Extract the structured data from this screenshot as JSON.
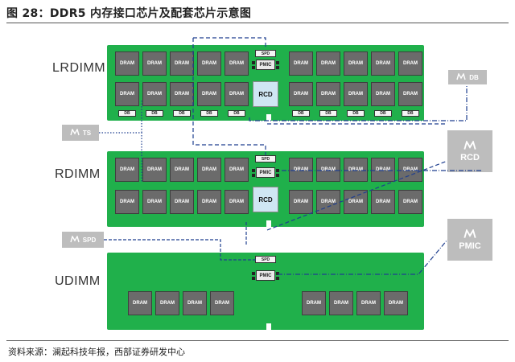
{
  "header": {
    "title": "图 28：DDR5 内存接口芯片及配套芯片示意图"
  },
  "footer": {
    "source": "资料来源：澜起科技年报，西部证券研发中心"
  },
  "chips": {
    "dram": "DRAM",
    "db": "DB",
    "spd": "SPD",
    "pmic": "PMIC",
    "rcd": "RCD"
  },
  "modules": {
    "lrdimm": "LRDIMM",
    "rdimm": "RDIMM",
    "udimm": "UDIMM"
  },
  "external": {
    "db": "DB",
    "ts": "TS",
    "rcd": "RCD",
    "spd": "SPD",
    "pmic": "PMIC"
  },
  "icons": {
    "chip": "chip-icon"
  },
  "colors": {
    "board": "#20b04b",
    "dram": "#6b6b6b",
    "rcd": "#cfe6f3",
    "ext": "#bdbdbd",
    "wire": "#1f3f8f"
  }
}
